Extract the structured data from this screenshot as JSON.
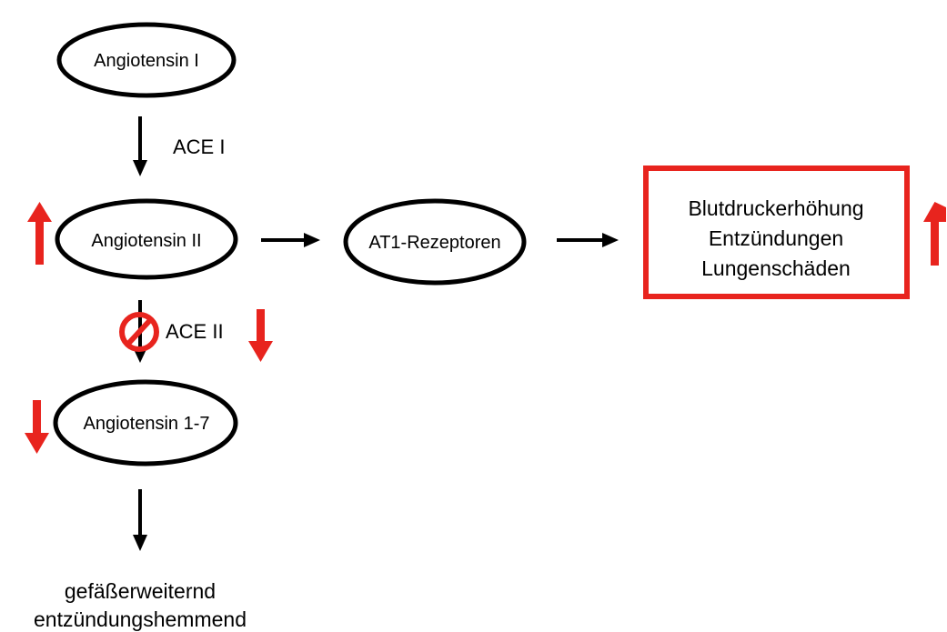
{
  "nodes": {
    "angiotensin1": "Angiotensin I",
    "angiotensin2": "Angiotensin II",
    "angiotensin17": "Angiotensin 1-7",
    "at1": "AT1-Rezeptoren"
  },
  "enzymes": {
    "ace1": "ACE I",
    "ace2": "ACE II"
  },
  "effects": [
    "Blutdruckerhöhung",
    "Entzündungen",
    "Lungenschäden"
  ],
  "outcomes": [
    "gefäßerweiternd",
    "entzündungshemmend"
  ],
  "colors": {
    "stroke": "#000000",
    "highlight": "#e8241e"
  },
  "icons": {
    "ace2_blocked": "prohibited-icon",
    "increase": "arrow-up-icon",
    "decrease": "arrow-down-icon"
  }
}
